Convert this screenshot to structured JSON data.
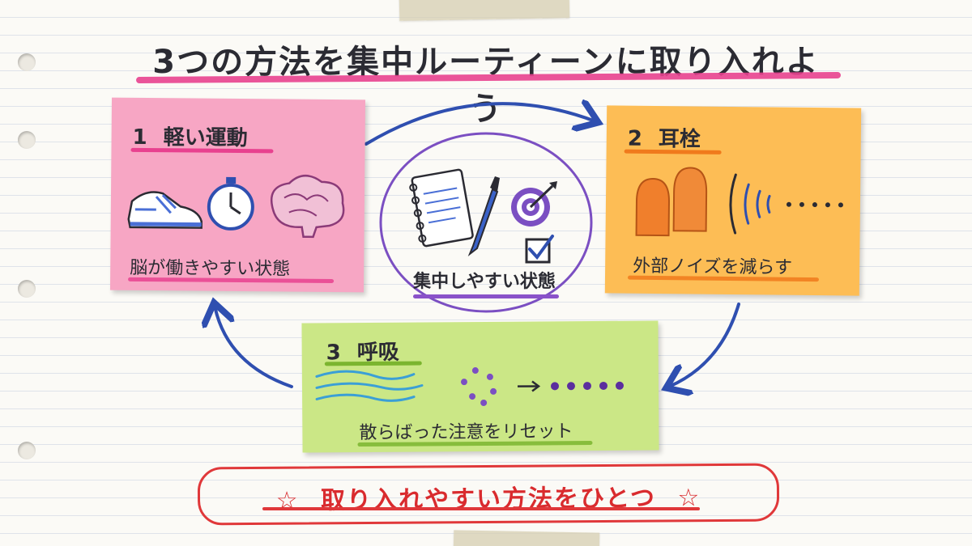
{
  "title": "3つの方法を集中ルーティーンに取り入れよう",
  "center": {
    "label": "集中しやすい状態"
  },
  "methods": [
    {
      "number": "1",
      "name": "軽い運動",
      "caption": "脳が働きやすい状態",
      "color": "#f7a6c4",
      "accent": "#e8418f"
    },
    {
      "number": "2",
      "name": "耳栓",
      "caption": "外部ノイズを減らす",
      "color": "#fdbd55",
      "accent": "#f07a1c"
    },
    {
      "number": "3",
      "name": "呼吸",
      "caption": "散らばった注意をリセット",
      "color": "#cbe786",
      "accent": "#7bb52f"
    }
  ],
  "banner": {
    "star_left": "☆",
    "text": "取り入れやすい方法をひとつ",
    "star_right": "☆"
  },
  "icons": {
    "method1": [
      "sneaker-icon",
      "stopwatch-icon",
      "brain-icon"
    ],
    "method2": [
      "earplugs-icon",
      "sound-waves-icon"
    ],
    "method3": [
      "breath-wind-icon",
      "scattered-dots-icon",
      "aligned-dots-icon"
    ],
    "center": [
      "notebook-icon",
      "pen-icon",
      "target-icon",
      "checkbox-icon"
    ]
  }
}
